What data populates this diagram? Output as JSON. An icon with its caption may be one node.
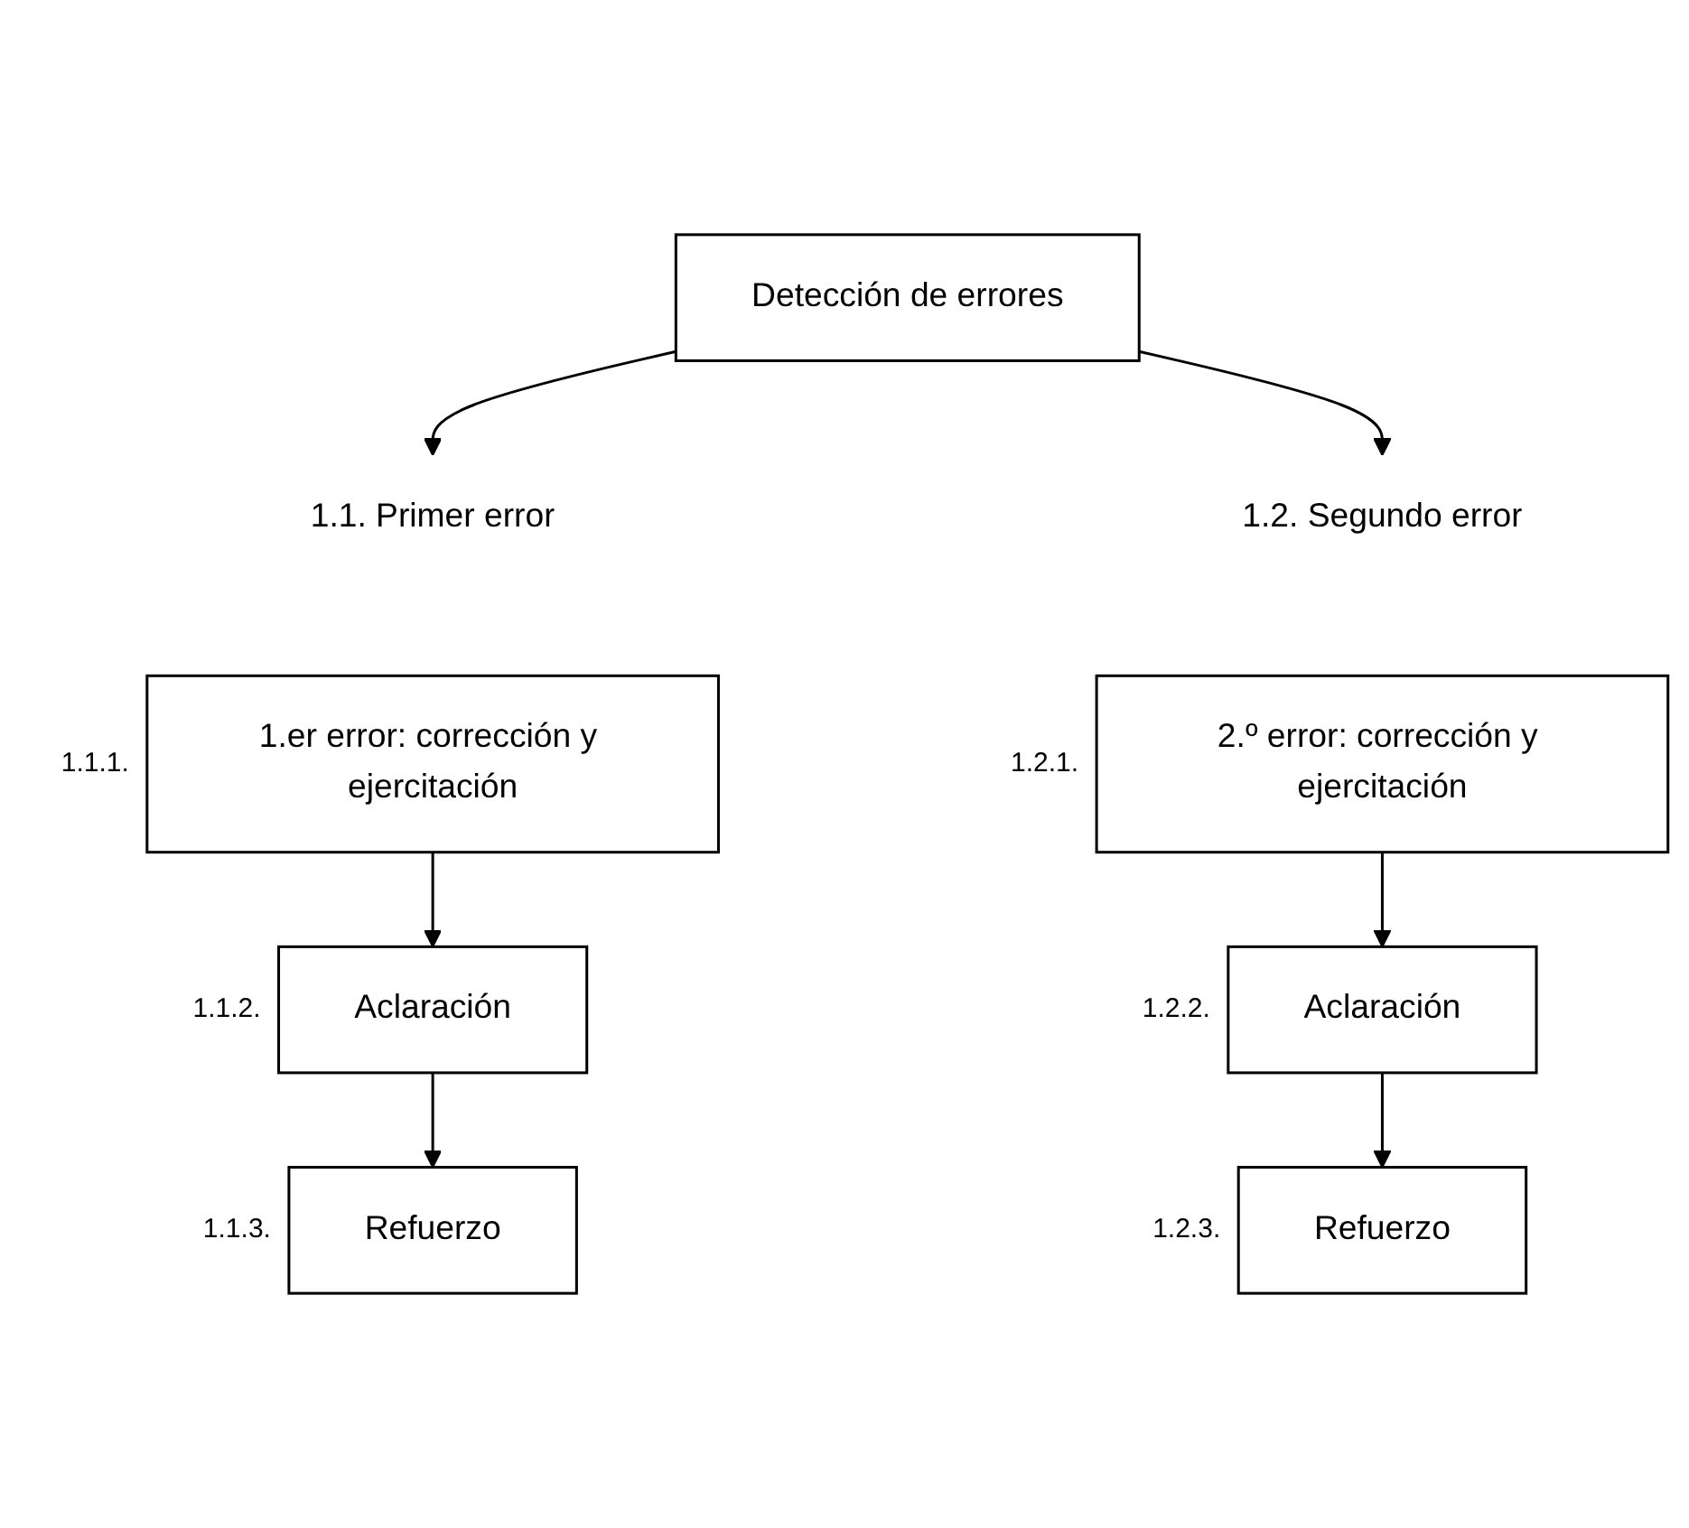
{
  "diagram": {
    "nodes": [
      {
        "text": [
          "Detección de errores"
        ]
      },
      {
        "text": [
          "1.1. Primer error"
        ]
      },
      {
        "text": [
          "1.2. Segundo error"
        ]
      },
      {
        "text": [
          "1.er error: corrección y ejercitación"
        ],
        "beside": [
          "1.1.1."
        ]
      },
      {
        "text": [
          "Aclaración"
        ],
        "beside": [
          "1.1.2."
        ]
      },
      {
        "text": [
          "Refuerzo"
        ],
        "beside": [
          "1.1.3."
        ]
      },
      {
        "text": [
          "2.º error: corrección y ejercitación"
        ],
        "beside": [
          "1.2.1."
        ]
      },
      {
        "text": [
          "Aclaración"
        ],
        "beside": [
          "1.2.2."
        ]
      },
      {
        "text": [
          "Refuerzo"
        ],
        "beside": [
          "1.2.3."
        ]
      }
    ],
    "edges": [
      {
        "from": 0,
        "to": 1,
        "arrow": "to"
      },
      {
        "from": 0,
        "to": 2,
        "arrow": "to"
      },
      {
        "from": 3,
        "to": 4,
        "arrow": "to"
      },
      {
        "from": 4,
        "to": 5,
        "arrow": "to"
      },
      {
        "from": 6,
        "to": 7,
        "arrow": "to"
      },
      {
        "from": 7,
        "to": 8,
        "arrow": "to"
      }
    ]
  }
}
